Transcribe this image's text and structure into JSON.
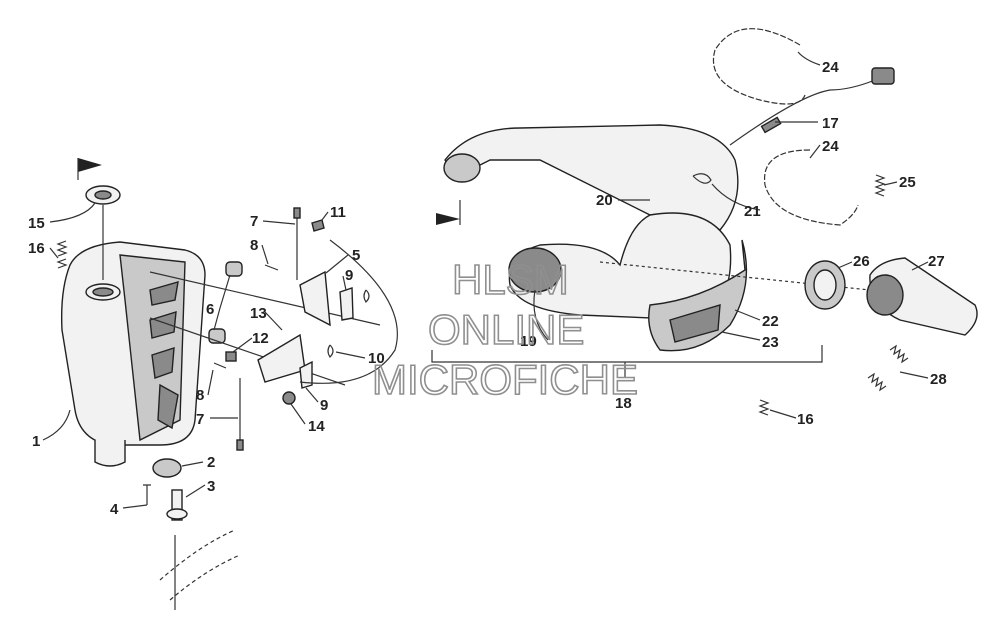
{
  "watermark": {
    "line1": "HLSM",
    "line2": "ONLINE",
    "line3": "MICROFICHE"
  },
  "callouts": [
    {
      "id": "c1",
      "label": "1"
    },
    {
      "id": "c2",
      "label": "2"
    },
    {
      "id": "c3",
      "label": "3"
    },
    {
      "id": "c4",
      "label": "4"
    },
    {
      "id": "c5",
      "label": "5"
    },
    {
      "id": "c6",
      "label": "6"
    },
    {
      "id": "c7a",
      "label": "7"
    },
    {
      "id": "c7b",
      "label": "7"
    },
    {
      "id": "c8a",
      "label": "8"
    },
    {
      "id": "c8b",
      "label": "8"
    },
    {
      "id": "c9a",
      "label": "9"
    },
    {
      "id": "c9b",
      "label": "9"
    },
    {
      "id": "c10",
      "label": "10"
    },
    {
      "id": "c11",
      "label": "11"
    },
    {
      "id": "c12",
      "label": "12"
    },
    {
      "id": "c13",
      "label": "13"
    },
    {
      "id": "c14",
      "label": "14"
    },
    {
      "id": "c15",
      "label": "15"
    },
    {
      "id": "c16a",
      "label": "16"
    },
    {
      "id": "c16b",
      "label": "16"
    },
    {
      "id": "c17",
      "label": "17"
    },
    {
      "id": "c18",
      "label": "18"
    },
    {
      "id": "c19",
      "label": "19"
    },
    {
      "id": "c20",
      "label": "20"
    },
    {
      "id": "c21",
      "label": "21"
    },
    {
      "id": "c22",
      "label": "22"
    },
    {
      "id": "c23",
      "label": "23"
    },
    {
      "id": "c24a",
      "label": "24"
    },
    {
      "id": "c24b",
      "label": "24"
    },
    {
      "id": "c25",
      "label": "25"
    },
    {
      "id": "c26",
      "label": "26"
    },
    {
      "id": "c27",
      "label": "27"
    },
    {
      "id": "c28",
      "label": "28"
    }
  ]
}
